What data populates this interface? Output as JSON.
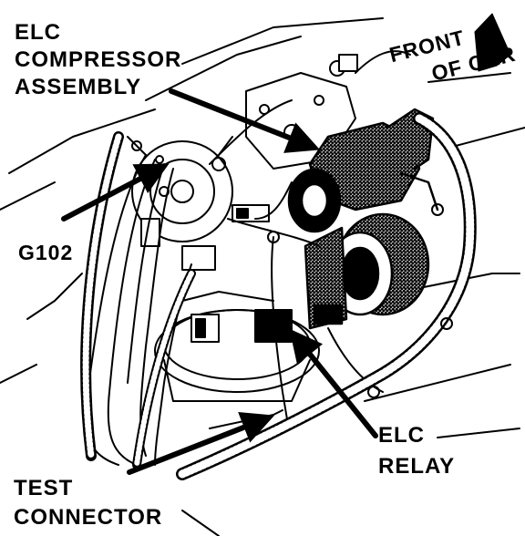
{
  "labels": {
    "compressor": [
      "ELC",
      "COMPRESSOR",
      "ASSEMBLY"
    ],
    "front": [
      "FRONT",
      "OF CAR"
    ],
    "g102": "G102",
    "relay": [
      "ELC",
      "RELAY"
    ],
    "test": [
      "TEST",
      "CONNECTOR"
    ]
  },
  "colors": {
    "ink": "#000000",
    "paper": "#ffffff",
    "shade": "#8a8a8a"
  }
}
